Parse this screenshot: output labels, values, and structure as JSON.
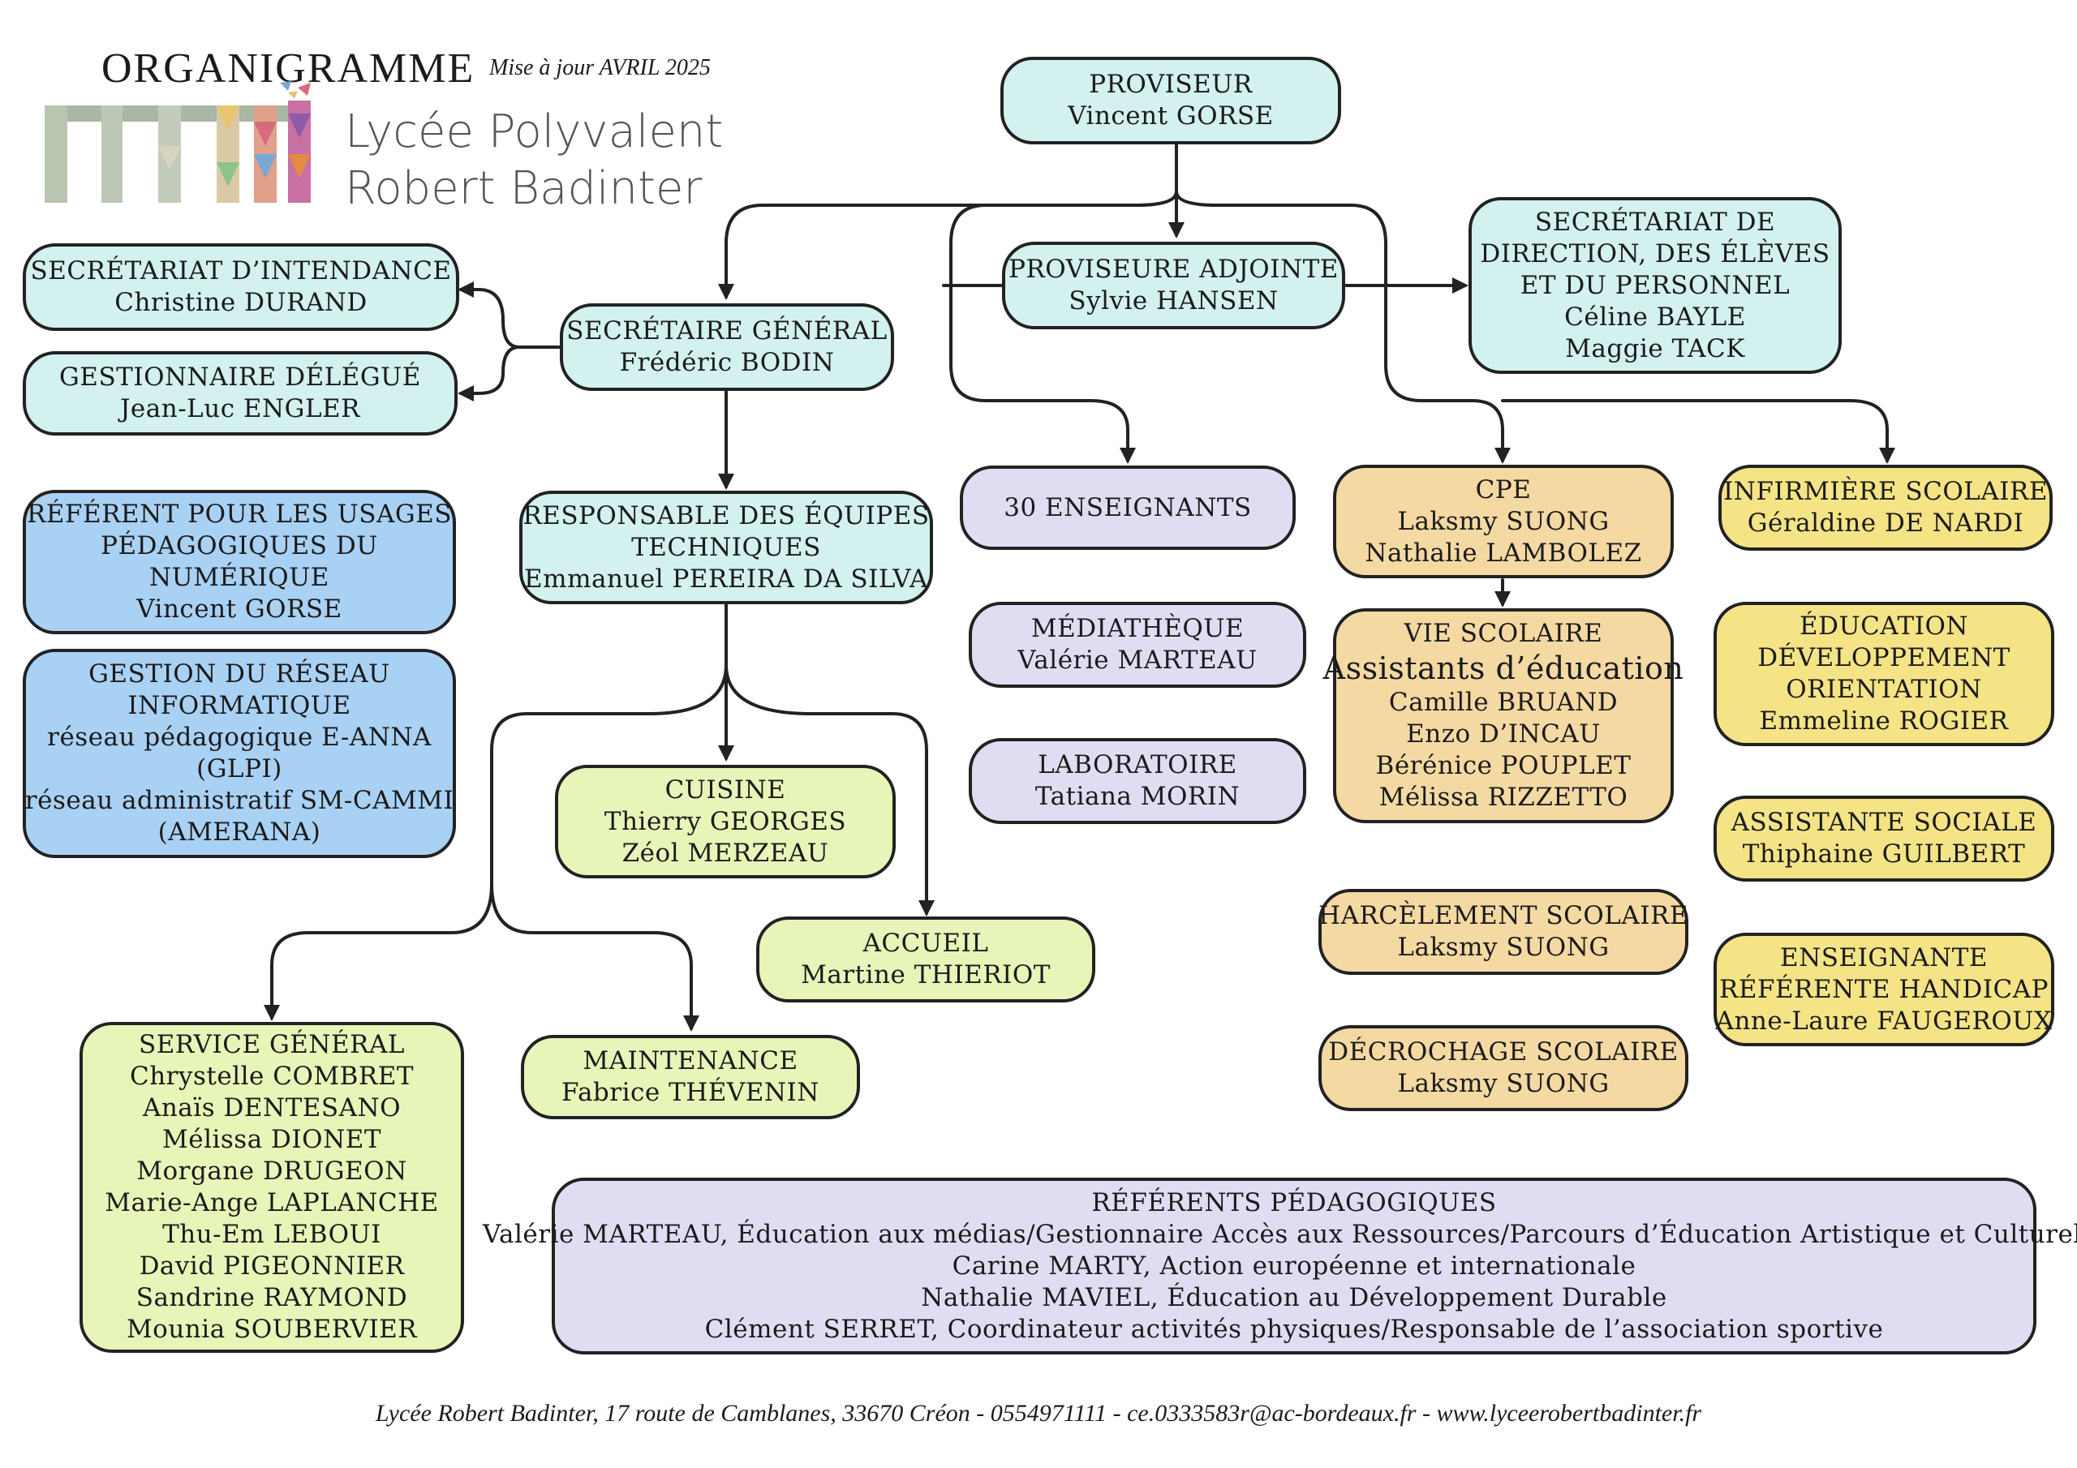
{
  "header": {
    "title": "ORGANIGRAMME",
    "update": "Mise à jour AVRIL 2025",
    "school_line1": "Lycée Polyvalent",
    "school_line2": "Robert Badinter"
  },
  "colors": {
    "teal": "#d2f1ef",
    "blue": "#a9d1f4",
    "lime": "#e8f5b8",
    "lavender": "#e2dcf3",
    "orange": "#f5d9a3",
    "yellow": "#f4e485",
    "border": "#222222"
  },
  "boxes": {
    "proviseur": [
      "PROVISEUR",
      "Vincent GORSE"
    ],
    "proviseure_adjointe": [
      "PROVISEURE ADJOINTE",
      "Sylvie HANSEN"
    ],
    "secretariat_direction": [
      "SECRÉTARIAT DE",
      "DIRECTION, DES ÉLÈVES",
      "ET DU PERSONNEL",
      "Céline BAYLE",
      "Maggie TACK"
    ],
    "secretaire_general": [
      "SECRÉTAIRE GÉNÉRAL",
      "Frédéric BODIN"
    ],
    "secretariat_intendance": [
      "SECRÉTARIAT D’INTENDANCE",
      "Christine DURAND"
    ],
    "gestionnaire_delegue": [
      "GESTIONNAIRE DÉLÉGUÉ",
      "Jean-Luc ENGLER"
    ],
    "referent_numerique": [
      "RÉFÉRENT POUR LES USAGES",
      "PÉDAGOGIQUES DU",
      "NUMÉRIQUE",
      "Vincent GORSE"
    ],
    "gestion_reseau": [
      "GESTION DU RÉSEAU",
      "INFORMATIQUE",
      "réseau pédagogique E-ANNA",
      "(GLPI)",
      "réseau administratif SM-CAMMI",
      "(AMERANA)"
    ],
    "responsable_equipes": [
      "RESPONSABLE DES ÉQUIPES",
      "TECHNIQUES",
      "Emmanuel PEREIRA DA SILVA"
    ],
    "cuisine": [
      "CUISINE",
      "Thierry GEORGES",
      "Zéol MERZEAU"
    ],
    "accueil": [
      "ACCUEIL",
      "Martine THIERIOT"
    ],
    "service_general": [
      "SERVICE GÉNÉRAL",
      "Chrystelle COMBRET",
      "Anaïs DENTESANO",
      "Mélissa DIONET",
      "Morgane DRUGEON",
      "Marie-Ange LAPLANCHE",
      "Thu-Em LEBOUI",
      "David PIGEONNIER",
      "Sandrine RAYMOND",
      "Mounia SOUBERVIER"
    ],
    "maintenance": [
      "MAINTENANCE",
      "Fabrice THÉVENIN"
    ],
    "enseignants": [
      "30 ENSEIGNANTS"
    ],
    "mediatheque": [
      "MÉDIATHÈQUE",
      "Valérie MARTEAU"
    ],
    "laboratoire": [
      "LABORATOIRE",
      "Tatiana MORIN"
    ],
    "cpe": [
      "CPE",
      "Laksmy SUONG",
      "Nathalie LAMBOLEZ"
    ],
    "vie_scolaire": [
      "VIE SCOLAIRE",
      "Assistants d’éducation",
      "Camille BRUAND",
      "Enzo D’INCAU",
      "Bérénice POUPLET",
      "Mélissa RIZZETTO"
    ],
    "harcelement": [
      "HARCÈLEMENT SCOLAIRE",
      "Laksmy SUONG"
    ],
    "decrochage": [
      "DÉCROCHAGE SCOLAIRE",
      "Laksmy SUONG"
    ],
    "infirmiere": [
      "INFIRMIÈRE SCOLAIRE",
      "Géraldine DE NARDI"
    ],
    "orientation": [
      "ÉDUCATION",
      "DÉVELOPPEMENT",
      "ORIENTATION",
      "Emmeline ROGIER"
    ],
    "assistante_sociale": [
      "ASSISTANTE SOCIALE",
      "Thiphaine GUILBERT"
    ],
    "handicap": [
      "ENSEIGNANTE",
      "RÉFÉRENTE HANDICAP",
      "Anne-Laure FAUGEROUX"
    ],
    "referents_pedagogiques": [
      "RÉFÉRENTS PÉDAGOGIQUES",
      "Valérie MARTEAU, Éducation aux médias/Gestionnaire Accès aux Ressources/Parcours d’Éducation Artistique et Culturelle",
      "Carine MARTY, Action européenne et internationale",
      "Nathalie MAVIEL, Éducation au Développement Durable",
      "Clément SERRET, Coordinateur activités physiques/Responsable de l’association sportive"
    ]
  },
  "footer": "Lycée Robert Badinter, 17 route de Camblanes, 33670 Créon - 0554971111 - ce.0333583r@ac-bordeaux.fr - www.lyceerobertbadinter.fr"
}
